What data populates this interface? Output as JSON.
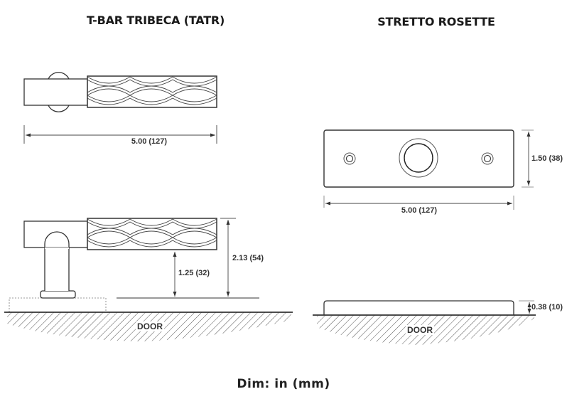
{
  "diagram": {
    "left_panel": {
      "title": "T-BAR TRIBECA (TATR)",
      "top_view": {
        "overall_length_label": "5.00 (127)"
      },
      "side_view": {
        "clearance_label": "1.25 (32)",
        "projection_label": "2.13 (54)",
        "surface_label": "DOOR"
      }
    },
    "right_panel": {
      "title": "STRETTO ROSETTE",
      "front_view": {
        "height_label": "1.50 (38)",
        "width_label": "5.00 (127)"
      },
      "side_view": {
        "thickness_label": "0.38 (10)",
        "surface_label": "DOOR"
      }
    },
    "footer": {
      "units_note": "Dim: in (mm)"
    },
    "colors": {
      "line": "#333333",
      "hatch": "#555555",
      "background": "#ffffff"
    }
  }
}
